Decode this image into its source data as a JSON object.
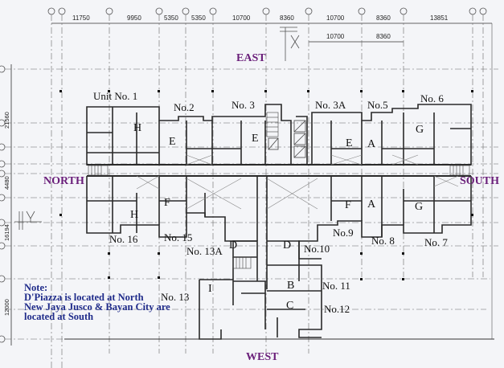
{
  "diagram": {
    "type": "architectural floor plan",
    "compass": {
      "east": "EAST",
      "west": "WEST",
      "north": "NORTH",
      "south": "SOUTH",
      "color": "#6a1f7a"
    },
    "top_dimensions": [
      "11750",
      "9950",
      "5350",
      "5350",
      "10700",
      "8360",
      "10700",
      "8360",
      "13851"
    ],
    "top_dimensions_second_row": [
      "10700",
      "8360"
    ],
    "left_dimensions": [
      "21560",
      "4480",
      "16194",
      "12000"
    ],
    "axis_markers": {
      "x": "X",
      "y": "Y"
    },
    "units": {
      "unit_1": "Unit No. 1",
      "unit_2": "No.2",
      "unit_3": "No. 3",
      "unit_3a": "No. 3A",
      "unit_5": "No.5",
      "unit_6": "No. 6",
      "unit_7": "No. 7",
      "unit_8": "No. 8",
      "unit_9": "No.9",
      "unit_10": "No.10",
      "unit_11": "No. 11",
      "unit_12": "No.12",
      "unit_13": "No. 13",
      "unit_13a": "No. 13A",
      "unit_15": "No. 15",
      "unit_16": "No. 16"
    },
    "unit_types": {
      "u1": "H",
      "u2": "E",
      "u3": "E",
      "u3a": "E",
      "u5": "A",
      "u6": "G",
      "u16": "H",
      "u15": "F",
      "u13a": "D",
      "u10": "D",
      "u9": "F",
      "u8": "A",
      "u7": "G",
      "u13": "I",
      "u11": "B",
      "u12": "C"
    },
    "note": {
      "title": "Note:",
      "line1": "D'Piazza is located at North",
      "line2": "New Jaya Jusco & Bayan City are",
      "line3": "located at South",
      "color": "#1f2b8a"
    }
  }
}
